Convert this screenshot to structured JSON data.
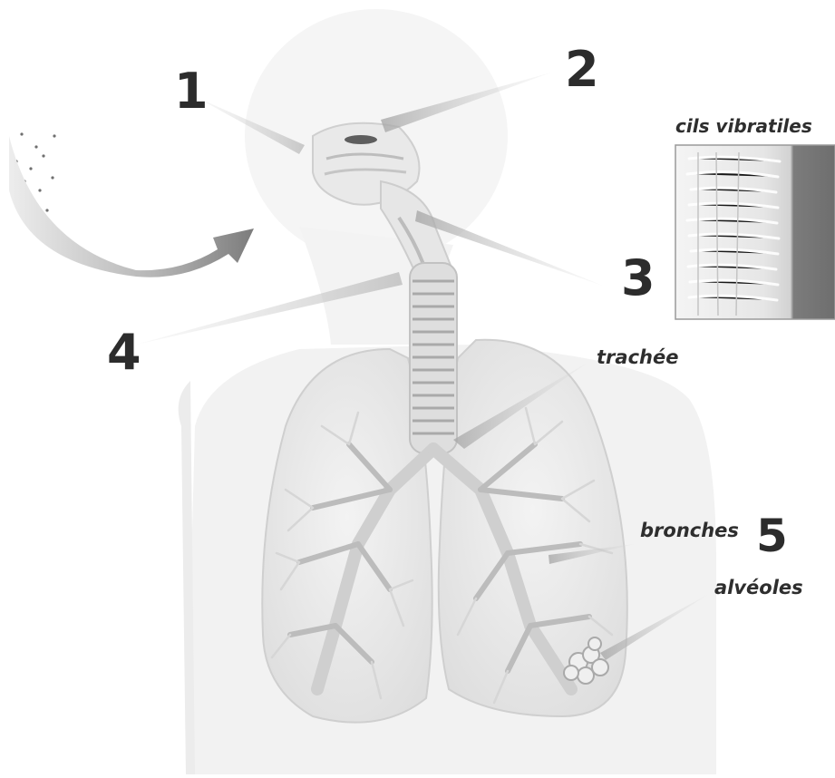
{
  "numbers": {
    "n1": "1",
    "n2": "2",
    "n3": "3",
    "n4": "4",
    "n5": "5"
  },
  "labels": {
    "cils_vibratiles": "cils vibratiles",
    "trachee": "trachée",
    "bronches": "bronches",
    "alveoles": "alvéoles"
  },
  "colors": {
    "background": "#ffffff",
    "body_silhouette": "#f1f1f1",
    "lung_fill": "#e8e8e8",
    "airway": "#d2d2d2",
    "text": "#2c2c2c",
    "inset_dark": "#7a7a7a"
  }
}
